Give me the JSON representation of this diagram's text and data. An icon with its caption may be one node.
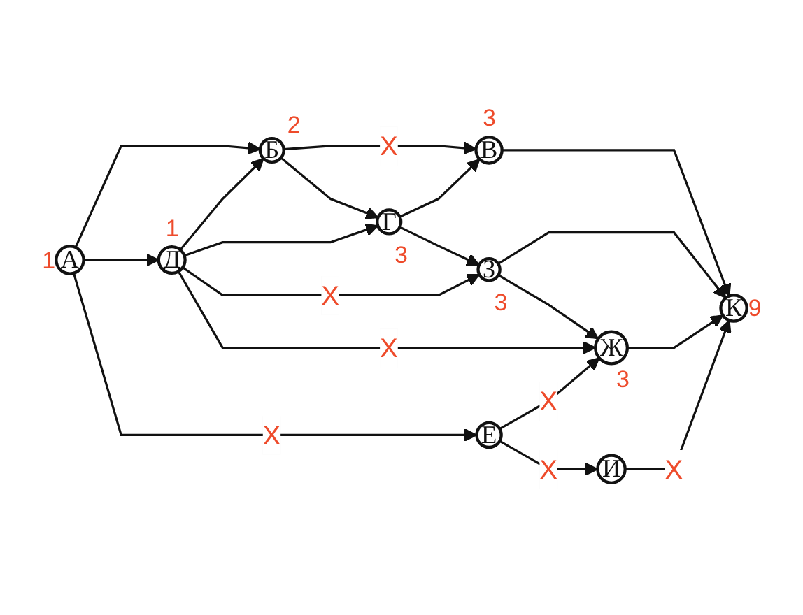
{
  "diagram": {
    "nodes": [
      {
        "text": [
          "В"
        ],
        "beside": [
          "3"
        ]
      },
      {
        "text": [
          "Б"
        ],
        "beside": [
          "2"
        ]
      },
      {
        "text": [
          "Г"
        ],
        "beside": [
          "3"
        ]
      },
      {
        "text": [
          "З"
        ],
        "beside": [
          "3"
        ]
      },
      {
        "text": [
          "К"
        ],
        "beside": [
          "9"
        ]
      },
      {
        "text": [
          "А"
        ],
        "beside": [
          "1"
        ]
      },
      {
        "text": [
          "Д"
        ],
        "beside": [
          "1"
        ]
      },
      {
        "text": [
          "Ж"
        ],
        "beside": [
          "3"
        ]
      },
      {
        "text": [
          "Е"
        ]
      },
      {
        "text": [
          "И"
        ]
      }
    ],
    "edges": [
      {
        "from": 5,
        "to": 1,
        "arrow": "to"
      },
      {
        "from": 5,
        "to": 6,
        "arrow": "to"
      },
      {
        "from": 5,
        "to": 8,
        "arrow": "to",
        "label": "X"
      },
      {
        "from": 1,
        "to": 0,
        "arrow": "to",
        "label": "X"
      },
      {
        "from": 1,
        "to": 2,
        "arrow": "to"
      },
      {
        "from": 2,
        "to": 0,
        "arrow": "to"
      },
      {
        "from": 0,
        "to": 4,
        "arrow": "to"
      },
      {
        "from": 2,
        "to": 3,
        "arrow": "to"
      },
      {
        "from": 3,
        "to": 4,
        "arrow": "to"
      },
      {
        "from": 3,
        "to": 7,
        "arrow": "to"
      },
      {
        "from": 6,
        "to": 1,
        "arrow": "to"
      },
      {
        "from": 6,
        "to": 2,
        "arrow": "to"
      },
      {
        "from": 6,
        "to": 3,
        "arrow": "to",
        "label": "X"
      },
      {
        "from": 6,
        "to": 7,
        "arrow": "to",
        "label": "X"
      },
      {
        "from": 7,
        "to": 4,
        "arrow": "to"
      },
      {
        "from": 8,
        "to": 7,
        "arrow": "to",
        "label": "X"
      },
      {
        "from": 8,
        "to": 9,
        "arrow": "to",
        "label": "X"
      },
      {
        "from": 9,
        "to": 4,
        "arrow": "to",
        "label": "X"
      }
    ]
  }
}
